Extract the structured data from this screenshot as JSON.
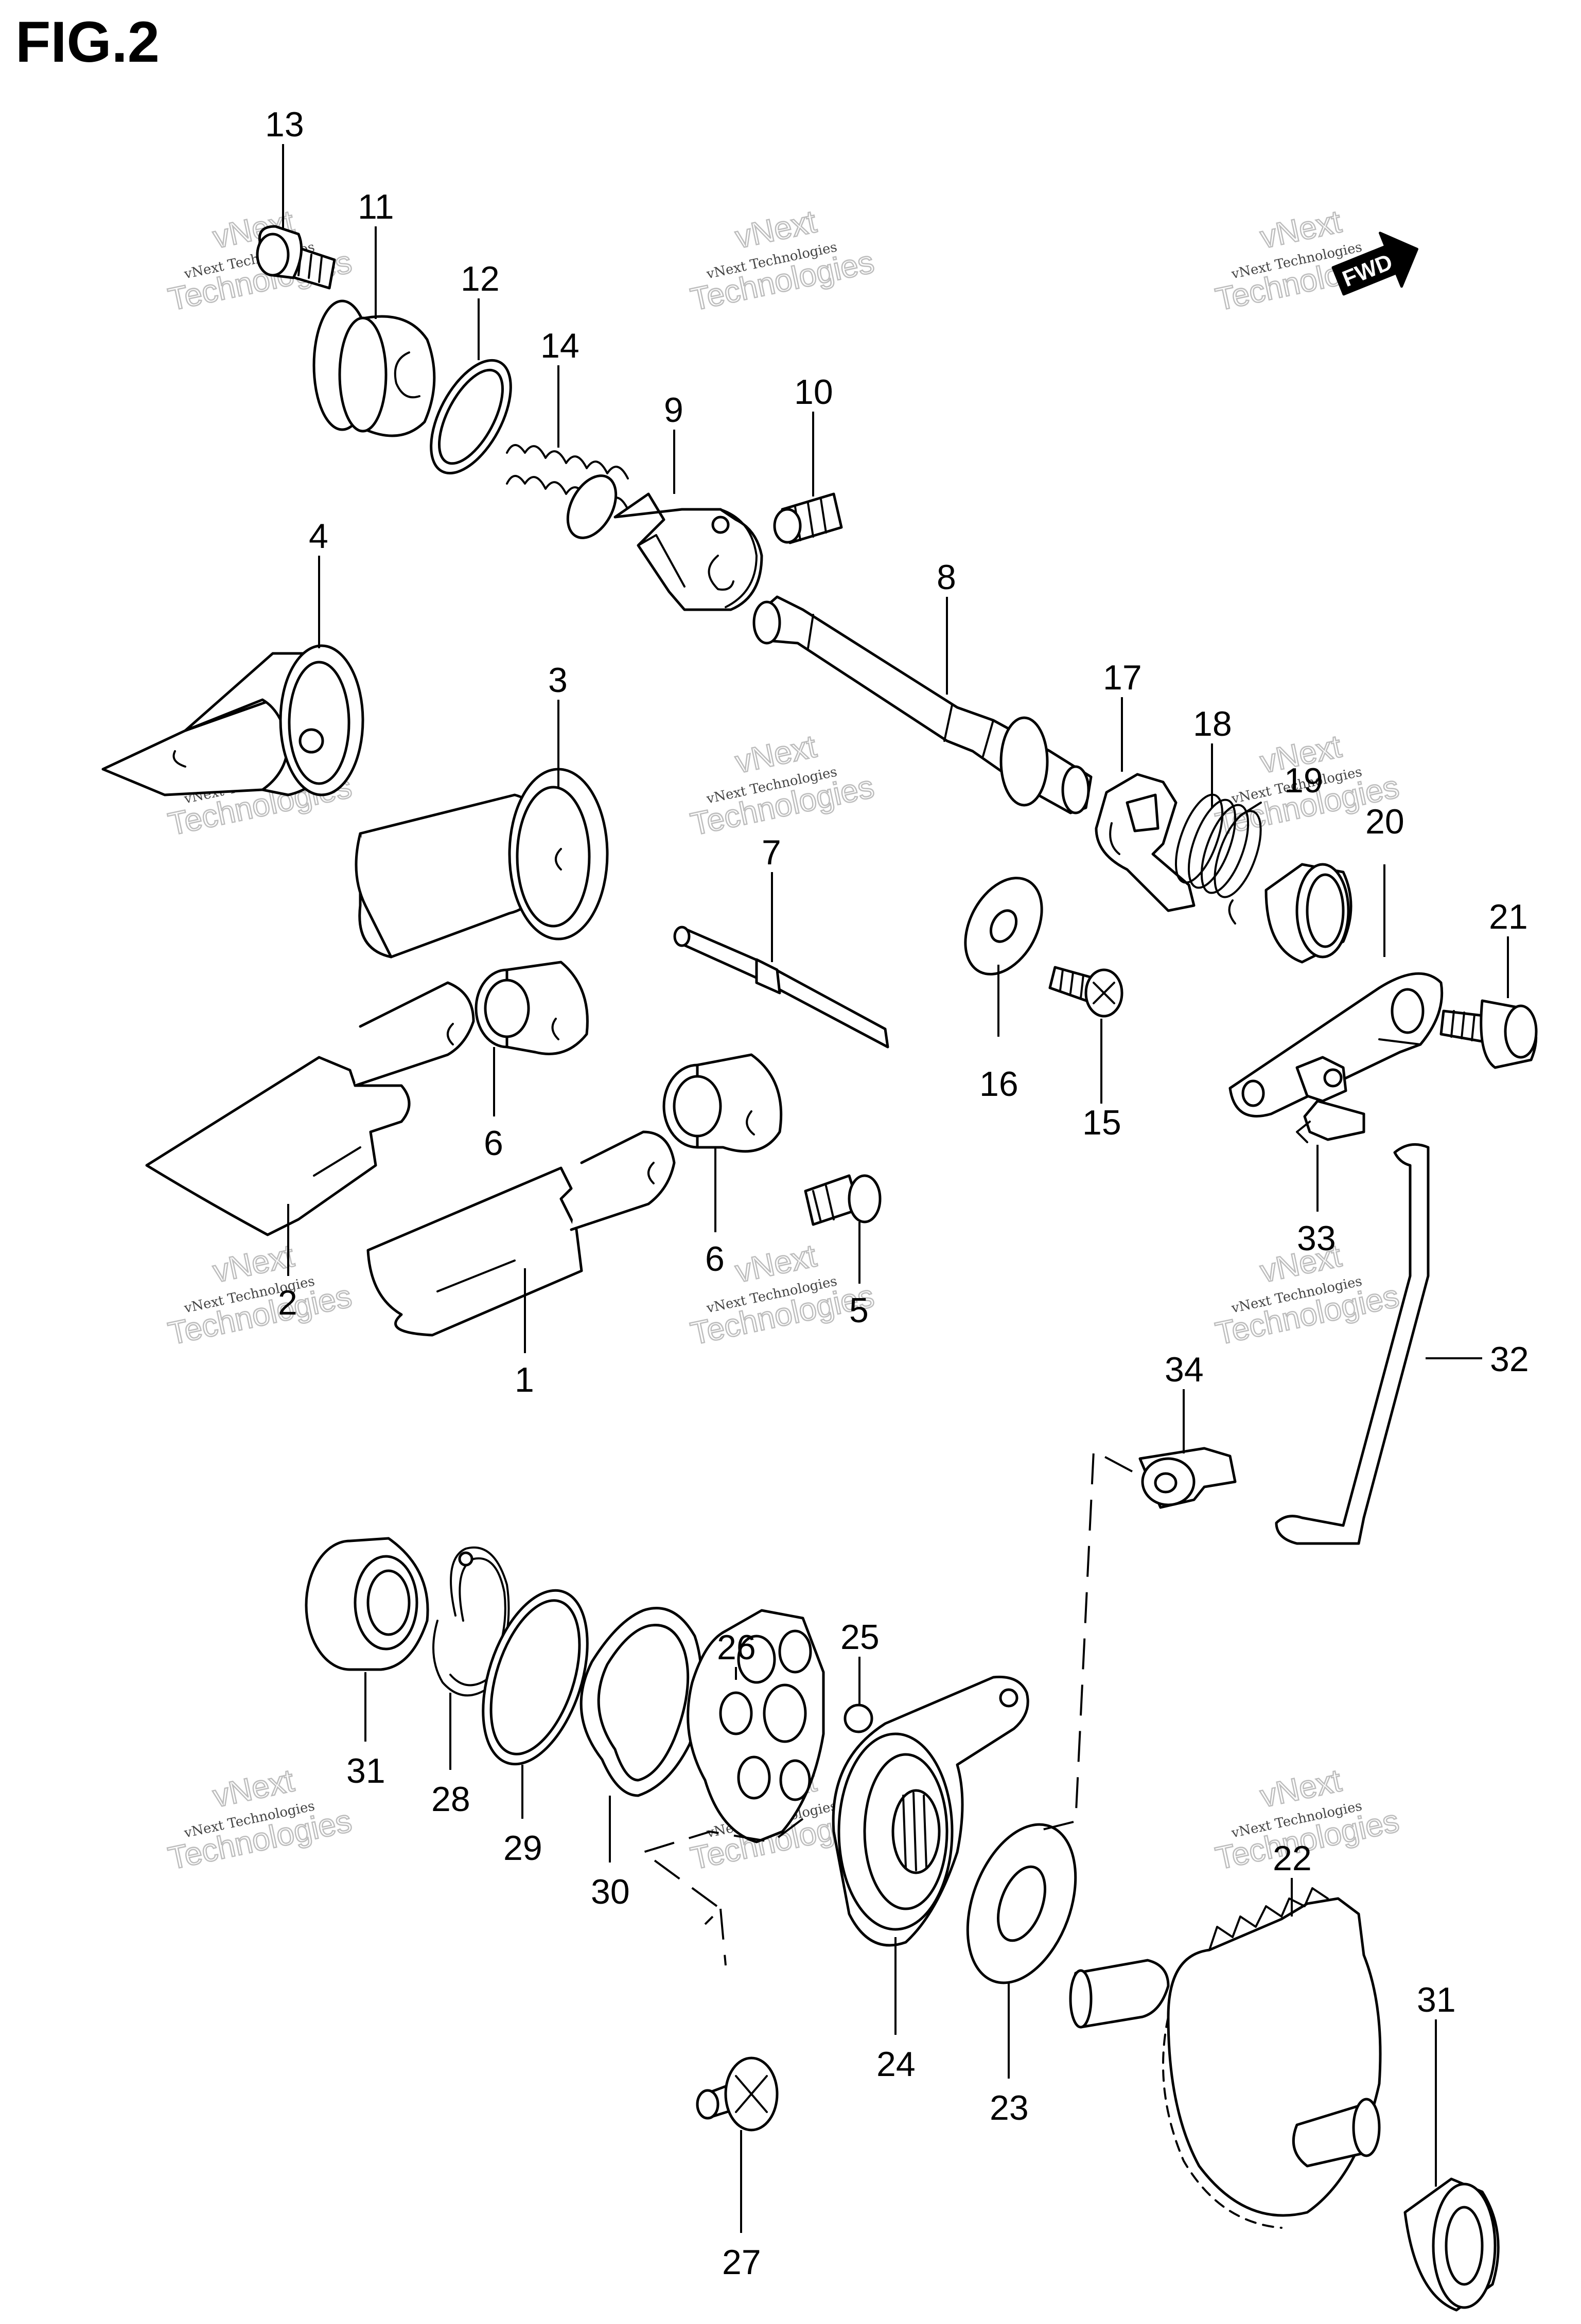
{
  "figure": {
    "title": "FIG.2",
    "fwd_label": "FWD"
  },
  "watermark": {
    "line1": "vNext",
    "line2": "vNext Technologies",
    "line3": "Technologies"
  },
  "callouts": {
    "c1": "1",
    "c2": "2",
    "c3": "3",
    "c4": "4",
    "c5": "5",
    "c6a": "6",
    "c6b": "6",
    "c7": "7",
    "c8": "8",
    "c9": "9",
    "c10": "10",
    "c11": "11",
    "c12": "12",
    "c13": "13",
    "c14": "14",
    "c15": "15",
    "c16": "16",
    "c17": "17",
    "c18": "18",
    "c19": "19",
    "c20": "20",
    "c21": "21",
    "c22": "22",
    "c23": "23",
    "c24": "24",
    "c25": "25",
    "c26": "26",
    "c27": "27",
    "c28": "28",
    "c29": "29",
    "c30": "30",
    "c31a": "31",
    "c31b": "31",
    "c32": "32",
    "c33": "33",
    "c34": "34"
  }
}
